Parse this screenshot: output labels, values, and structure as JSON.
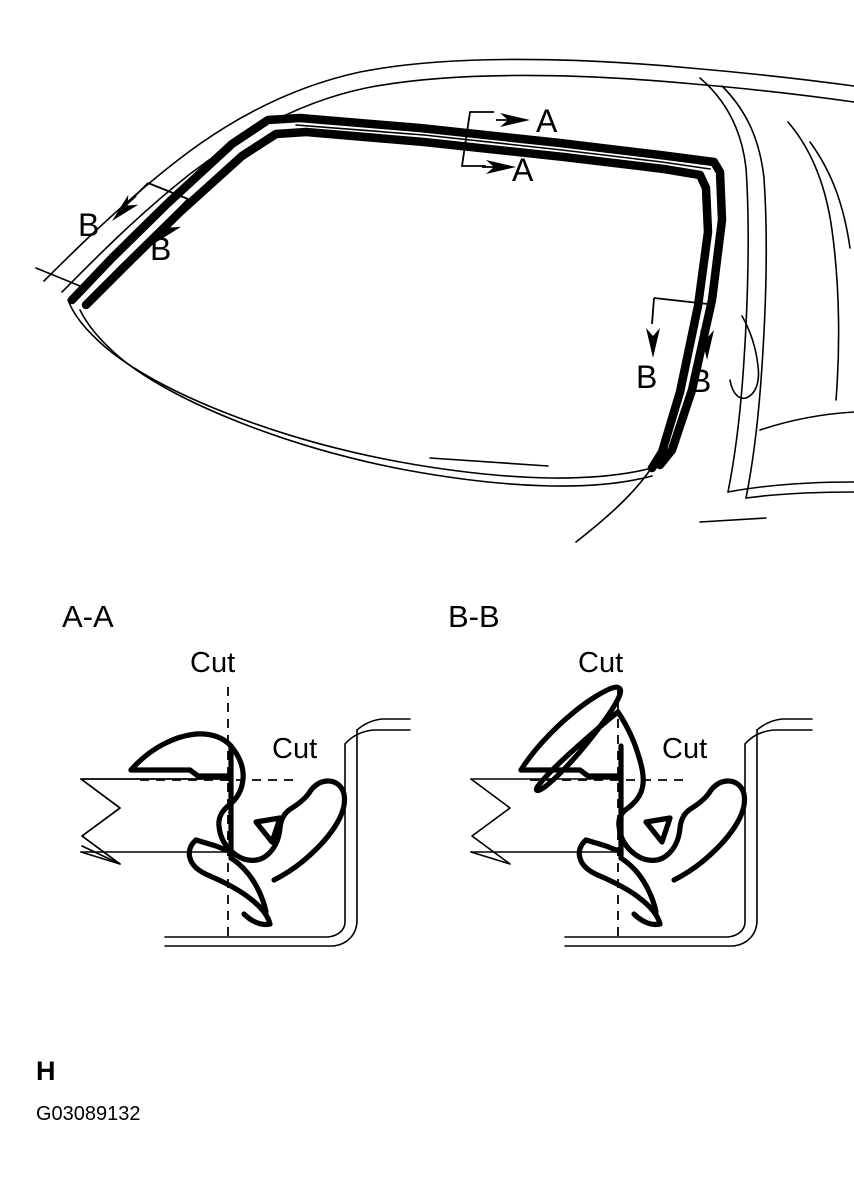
{
  "document": {
    "figure_code": "G03089132",
    "bottom_marker": "H"
  },
  "main_view": {
    "name": "windshield-and-a-pillar-weatherstrip",
    "section_marks": [
      {
        "id": "A-top",
        "label": "A",
        "direction": "right"
      },
      {
        "id": "A-bottom",
        "label": "A",
        "direction": "right"
      },
      {
        "id": "B-left-outer",
        "label": "B",
        "direction": "down-left"
      },
      {
        "id": "B-left-inner",
        "label": "B",
        "direction": "down-left"
      },
      {
        "id": "B-right-outer",
        "label": "B",
        "direction": "down"
      },
      {
        "id": "B-right-inner",
        "label": "B",
        "direction": "down"
      }
    ]
  },
  "sections": [
    {
      "id": "section-a-a",
      "title": "A-A",
      "cut_labels": [
        "Cut",
        "Cut"
      ],
      "profile": "rounded-bulb-upper-lip"
    },
    {
      "id": "section-b-b",
      "title": "B-B",
      "cut_labels": [
        "Cut",
        "Cut"
      ],
      "profile": "v-shaped-double-upper-lip"
    }
  ],
  "colors": {
    "ink": "#000000",
    "background": "#ffffff"
  }
}
